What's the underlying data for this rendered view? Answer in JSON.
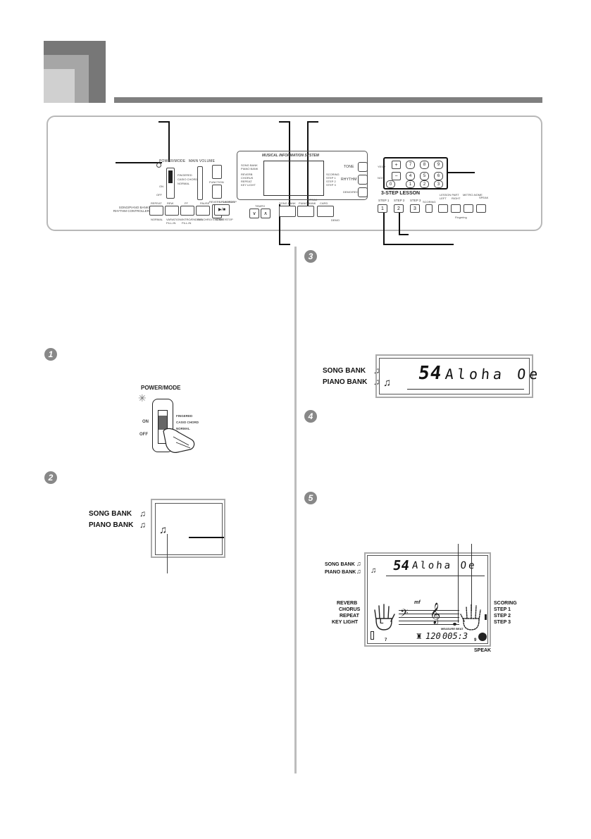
{
  "keyboard_panel": {
    "power_mode": "POWER/MODE",
    "main_volume": "MAIN VOLUME",
    "power_options": [
      "FINGERED",
      "CASIO CHORD",
      "NORMAL"
    ],
    "on": "ON",
    "off": "OFF",
    "function": "FUNCTION",
    "reverb_chorus": "REVERB/ CHORUS",
    "key_light": "KEY LIGHT",
    "display_left_labels": [
      "SONG BANK",
      "PIANO BANK",
      "REVERB",
      "CHORUS",
      "REPEAT",
      "KEY LIGHT"
    ],
    "display_right_labels": [
      "SCORING",
      "STEP 1",
      "STEP 2",
      "STEP 3"
    ],
    "brand": "MUSICAL INFORMATION SYSTEM",
    "tone": "TONE",
    "rhythm": "RHYTHM",
    "demo_record": "DEMO/RECORD",
    "yes": "YES/+",
    "no": "NO/−",
    "keypad": [
      "7",
      "8",
      "9",
      "4",
      "5",
      "6",
      "0",
      "1",
      "2",
      "3"
    ],
    "plus": "+",
    "minus": "−",
    "three_step_lesson": "3-STEP LESSON",
    "step_labels": [
      "STEP 1",
      "STEP 2",
      "STEP 3"
    ],
    "step_buttons": [
      "1",
      "2",
      "3"
    ],
    "scoring": "SCORING",
    "lesson_part": "LESSON PART",
    "left": "LEFT",
    "right": "RIGHT",
    "metronome": "METRO-NOME",
    "speak": "SPEAK",
    "fingering": "Fingering",
    "tempo": "TEMPO",
    "tempo_down": "∨",
    "tempo_up": "∧",
    "song_bank": "SONG BANK",
    "piano_bank": "PIANO BANK",
    "card": "CARD",
    "speak_small": "SPEAK",
    "demo": "DEMO",
    "song_controller": "SONG/PIANO BANK/ RHYTHM CONTROLLER",
    "repeat": "REPEAT",
    "rew": "REW",
    "ff": "FF",
    "pause": "PAUSE",
    "play_stop": "PLAY/STOP",
    "play_symbol": "▶/■",
    "start_stop": "START/STOP",
    "under_labels": [
      "NORMAL",
      "FILL-IN",
      "FILL-IN",
      "SYNCHRO/ ENDING"
    ],
    "variation": "VARIATION/",
    "intro_ending": "INTRO/ENDING"
  },
  "steps": {
    "n1": "1",
    "n2": "2",
    "n3": "3",
    "n4": "4",
    "n5": "5"
  },
  "power_illustration": {
    "title": "POWER/MODE",
    "options": [
      "FINGERED",
      "CASIO CHORD",
      "NORMAL"
    ],
    "on": "ON",
    "off": "OFF"
  },
  "lcd_small": {
    "song_bank": "SONG BANK",
    "piano_bank": "PIANO BANK"
  },
  "lcd_step3": {
    "song_bank": "SONG BANK",
    "piano_bank": "PIANO BANK",
    "number": "54",
    "title": "Aloha Oe"
  },
  "lcd_step5": {
    "song_bank": "SONG BANK",
    "piano_bank": "PIANO BANK",
    "number": "54",
    "title": "Aloha Oe",
    "left_labels": [
      "REVERB",
      "CHORUS",
      "REPEAT",
      "KEY LIGHT"
    ],
    "right_labels": [
      "SCORING",
      "STEP 1",
      "STEP 2",
      "STEP 3"
    ],
    "hand_left": "L",
    "dynamic": "mf",
    "tempo_readout": "120",
    "measure_beat": "005:3",
    "measure_label": "MEASURE BEAT",
    "bottom_left_num": "7",
    "bottom_right_num": "9",
    "speak": "SPEAK"
  }
}
